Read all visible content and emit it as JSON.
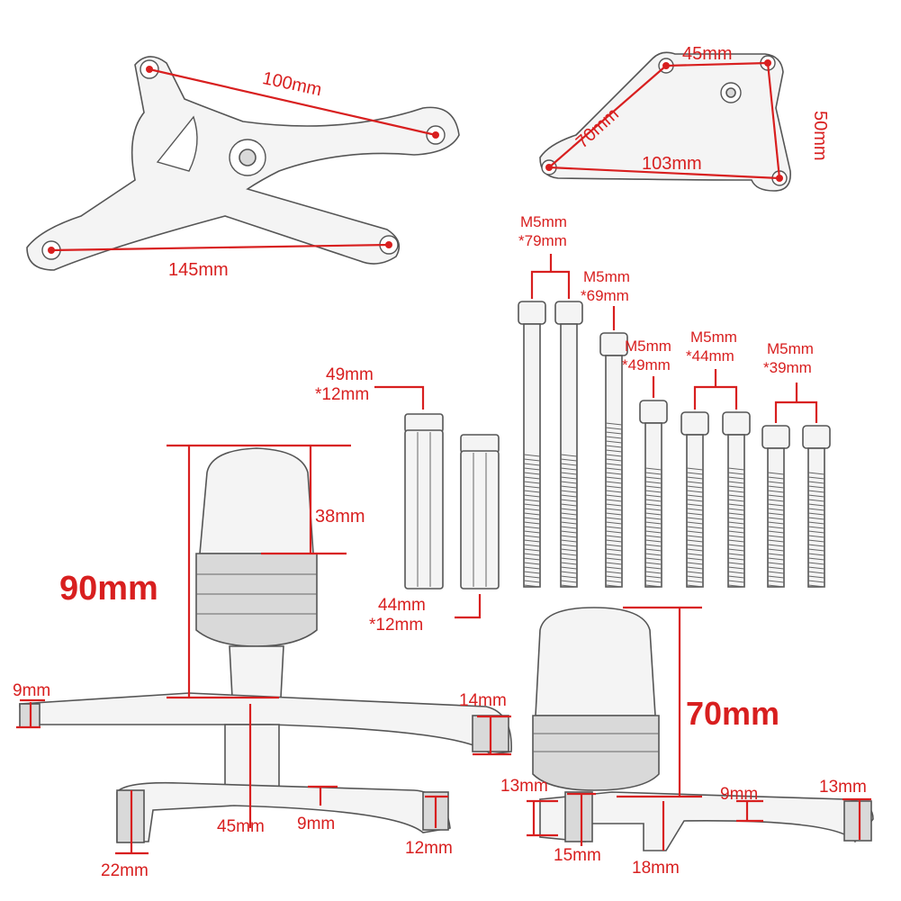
{
  "labels": {
    "bracket_left_top": "100mm",
    "bracket_left_bottom": "145mm",
    "bracket_right_top": "45mm",
    "bracket_right_left": "70mm",
    "bracket_right_side": "50mm",
    "bracket_right_bottom": "103mm",
    "bolt1_a": "M5mm",
    "bolt1_b": "*79mm",
    "bolt2_a": "M5mm",
    "bolt2_b": "*69mm",
    "bolt3_a": "M5mm",
    "bolt3_b": "*49mm",
    "bolt4_a": "M5mm",
    "bolt4_b": "*44mm",
    "bolt5_a": "M5mm",
    "bolt5_b": "*39mm",
    "spacer1_a": "49mm",
    "spacer1_b": "*12mm",
    "spacer2_a": "44mm",
    "spacer2_b": "*12mm",
    "slider_left_height": "90mm",
    "slider_left_cap": "38mm",
    "slider_left_9a": "9mm",
    "slider_left_14": "14mm",
    "slider_left_45": "45mm",
    "slider_left_9b": "9mm",
    "slider_left_12": "12mm",
    "slider_left_22": "22mm",
    "slider_right_height": "70mm",
    "slider_right_13a": "13mm",
    "slider_right_9": "9mm",
    "slider_right_13b": "13mm",
    "slider_right_15": "15mm",
    "slider_right_18": "18mm"
  },
  "colors": {
    "annotation": "#d81f1f",
    "outline": "#555555"
  }
}
